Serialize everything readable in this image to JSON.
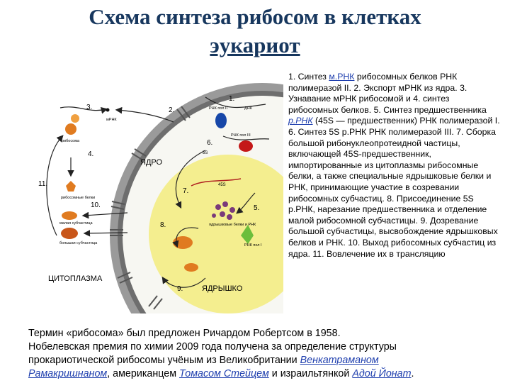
{
  "title": {
    "line1": "Схема синтеза рибосом в клетках",
    "line2": "эукариот"
  },
  "diagram": {
    "labels": {
      "nucleus": "ЯДРО",
      "cytoplasm": "ЦИТОПЛАЗМА",
      "nucleolus": "ЯДРЫШКО",
      "ribosome": "рибосома",
      "mrna": "мРНК",
      "rna_pol2": "РНК пол II",
      "dna": "ДНК",
      "rna_pol3": "РНК пол III",
      "rna_pol1": "РНК пол I",
      "ribosomal_proteins": "рибосомные белки",
      "small_subunit": "малая субчастица",
      "large_subunit": "большая субчастица",
      "nucleolar_proteins": "ядрышковые белки и РНК",
      "s5": "5S",
      "s45": "45S"
    },
    "numbers": [
      "1.",
      "2.",
      "3.",
      "4.",
      "5.",
      "6.",
      "7.",
      "8.",
      "9.",
      "10.",
      "11."
    ]
  },
  "steps": {
    "p1": "1. Синтез ",
    "mrna_link": "м.РНК",
    "p2": " рибосомных белков РНК полимеразой II. 2. Экспорт мРНК из ядра. 3. Узнавание мРНК рибосомой и 4. синтез рибосомных белков. 5. Синтез предшественника ",
    "prna_link": "р.РНК",
    "p3": " (45S — предшественник) РНК полимеразой I. 6. Синтез 5S р.РНК РНК полимеразой III. 7. Сборка большой рибонуклеопротеидной частицы, включающей 45S-предшественник, импортированные из цитоплазмы рибосомные белки, а также специальные ядрышковые белки и РНК, принимающие участие в созревании рибосомных субчастиц. 8. Присоединение 5S р.РНК, нарезание предшественника и отделение малой рибосомной субчастицы. 9. Дозревание большой субчастицы, высвобождение ядрышковых белков и РНК. 10. Выход рибосомных субчастиц из ядра. 11. Вовлечение их в трансляцию"
  },
  "footer": {
    "line1": "Термин «рибосома» был предложен Ричардом Робертсом в 1958.",
    "line2": "Нобелевская премия по химии 2009 года получена за определение структуры",
    "line3": "прокариотической рибосомы учёным из Великобритании ",
    "name1a": "Венкатраманом",
    "name1b": "Рамакришнаном",
    "mid": ", американцем ",
    "name2": "Томасом Стейцем",
    "and": " и израильтянкой ",
    "name3": "Адой Йонат",
    "end": "."
  },
  "colors": {
    "title": "#17375e",
    "link": "#1f3fae",
    "nucleus_fill": "#f7f7f2",
    "nucleolus_fill": "#f4ee8f",
    "envelope": "#8c8c8c",
    "orange": "#e07b20",
    "blue": "#1747a8",
    "red": "#c41818",
    "green": "#6cbe3c"
  }
}
